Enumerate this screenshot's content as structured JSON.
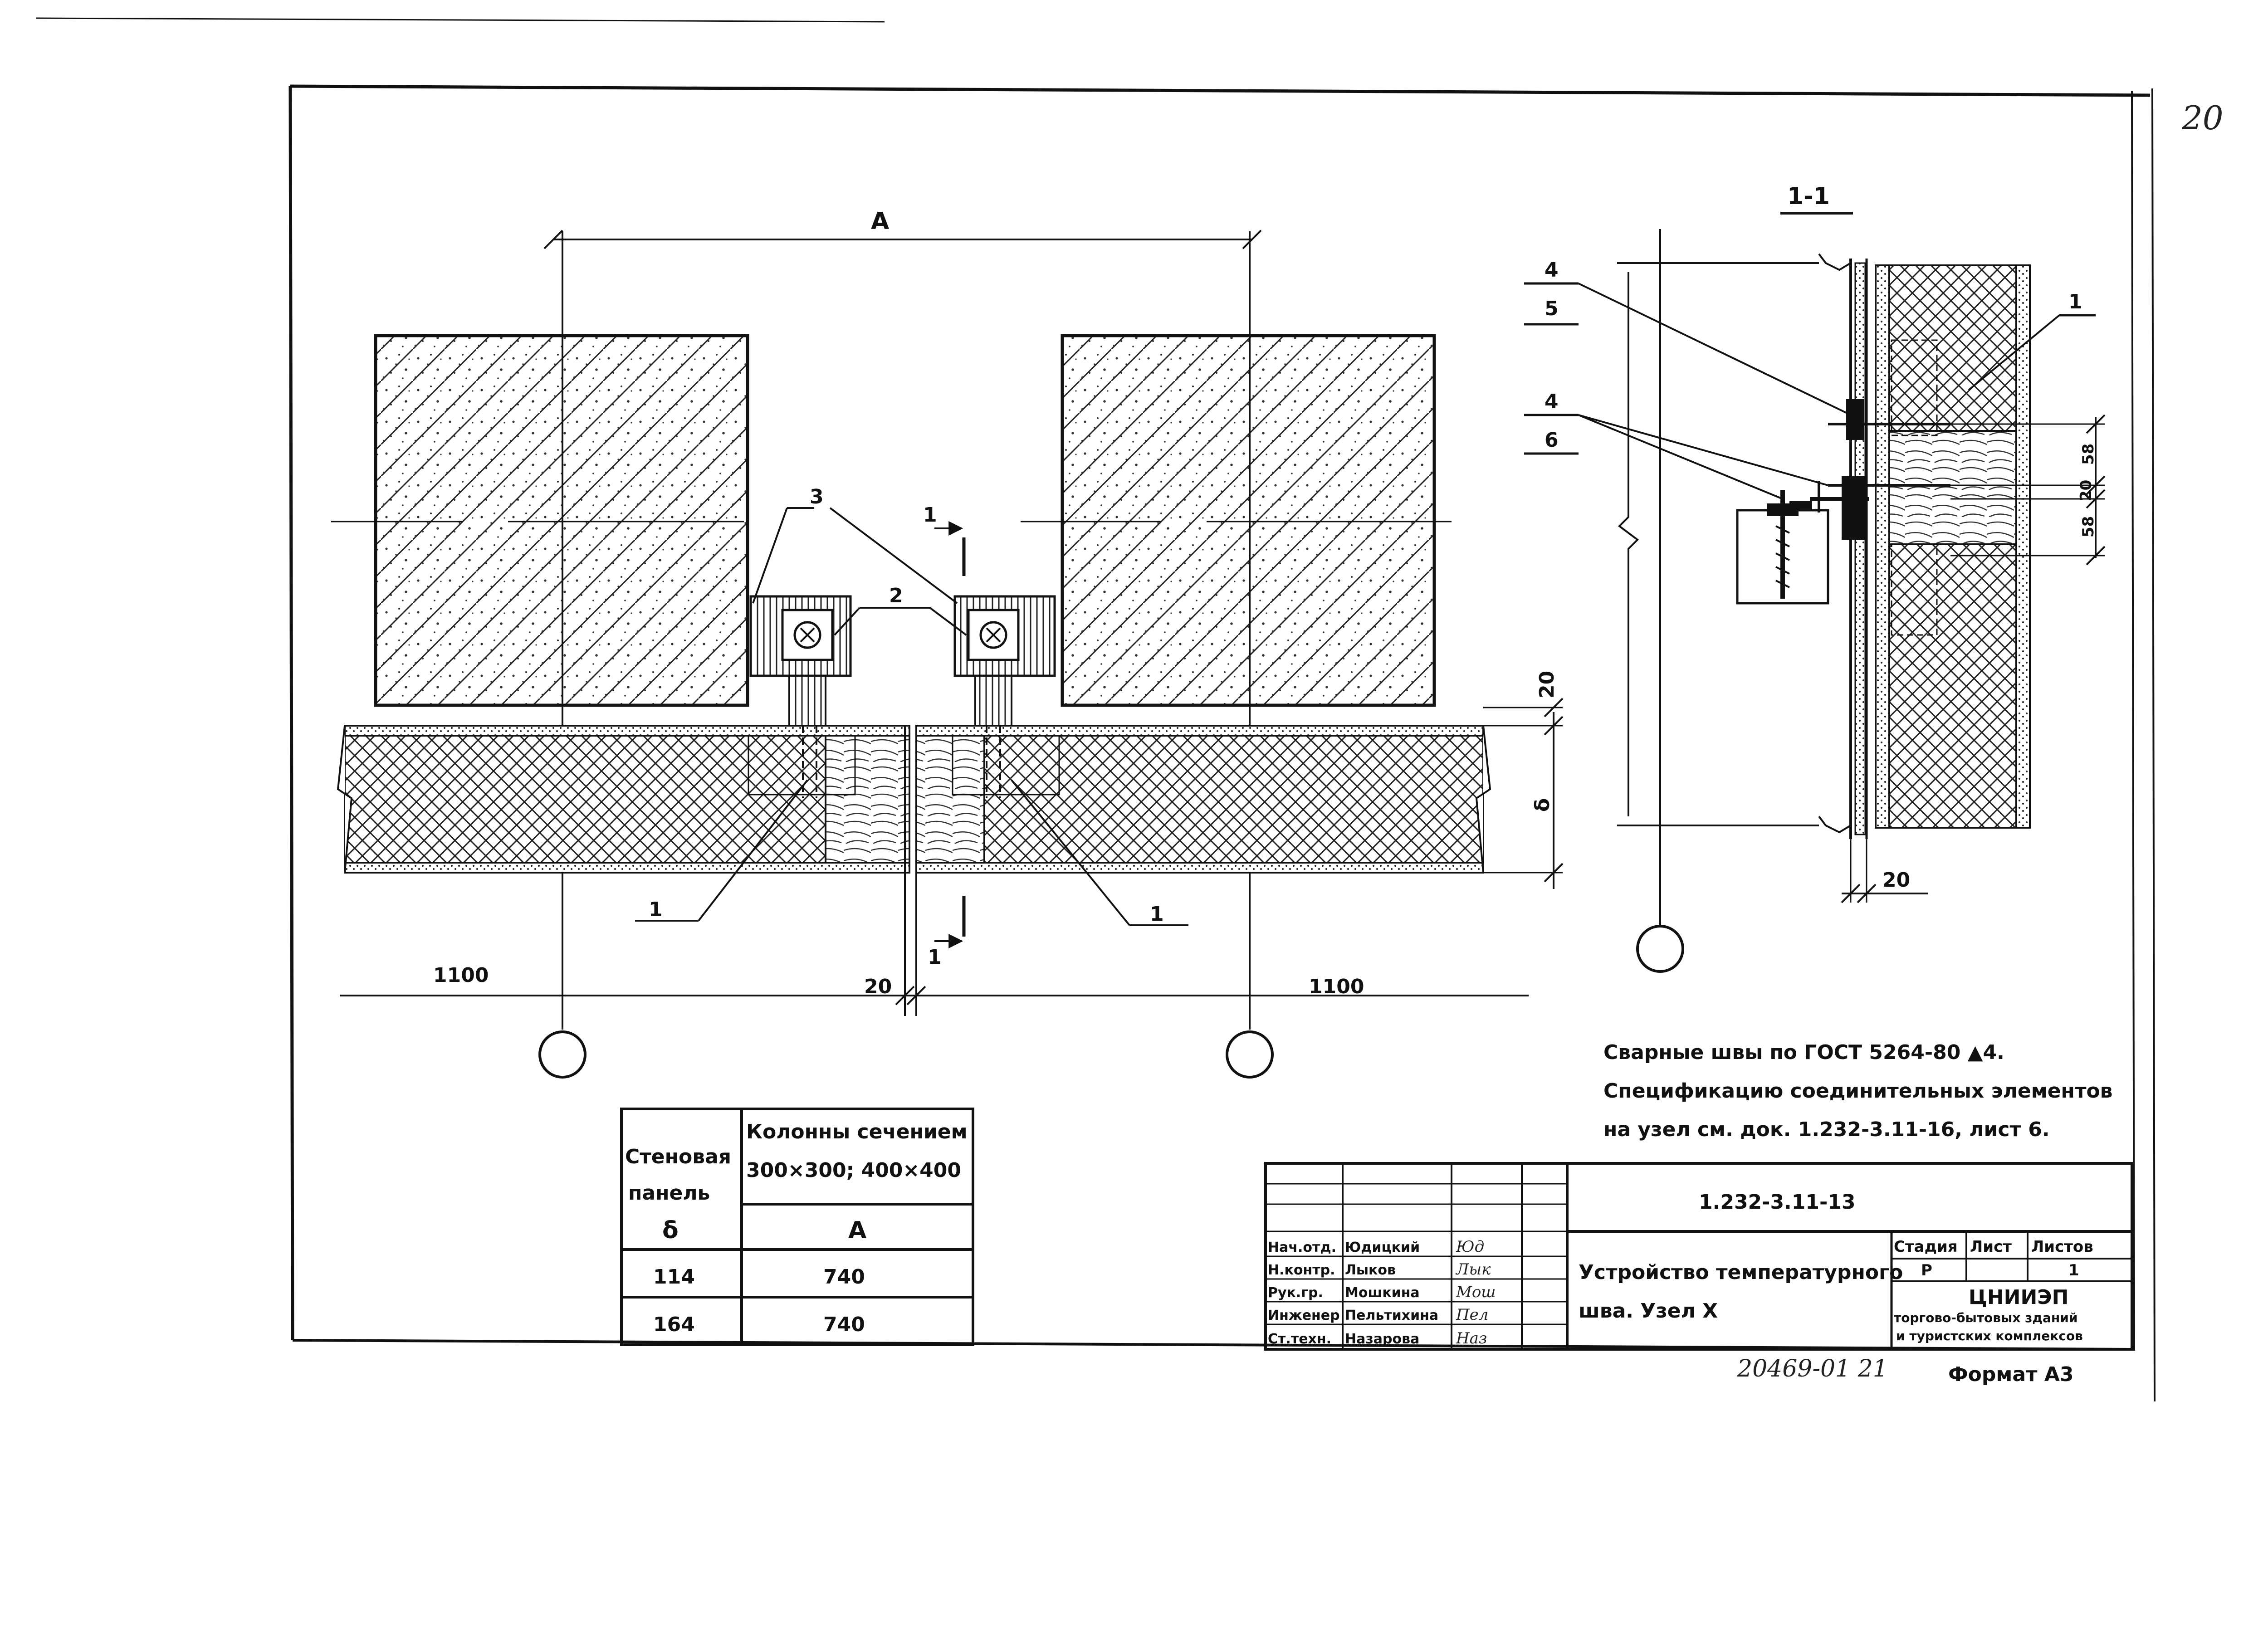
{
  "page_number": "20",
  "axis_dim": "A",
  "section_mark": "1",
  "section_title": "1-1",
  "callouts": {
    "c1": "1",
    "c2": "2",
    "c3": "3",
    "c4a": "4",
    "c5": "5",
    "c4b": "4",
    "c6": "6"
  },
  "dims": {
    "d1100_left": "1100",
    "d1100_right": "1100",
    "d20_gap": "20",
    "d20_top": "20",
    "delta": "δ",
    "d58_top": "58",
    "d20_mid": "20",
    "d58_bottom": "58",
    "d20_section": "20"
  },
  "notes": [
    "Сварные швы по ГОСТ 5264-80 ▲4.",
    "Спецификацию соединительных элементов",
    "на узел см. док. 1.232-3.11-16, лист 6."
  ],
  "panel_table": {
    "header_col1": [
      "Стеновая",
      "панель",
      "δ"
    ],
    "header_col2": [
      "Колонны сечением",
      "300×300; 400×400"
    ],
    "header_sub": "A",
    "rows": [
      {
        "panel": "114",
        "a": "740"
      },
      {
        "panel": "164",
        "a": "740"
      }
    ]
  },
  "title_block": {
    "doc_code": "1.232-3.11-13",
    "title_line1": "Устройство температурного",
    "title_line2": "шва. Узел Х",
    "stage_label": "Стадия",
    "sheet_label": "Лист",
    "sheets_label": "Листов",
    "stage_value": "Р",
    "sheets_value": "1",
    "org_name": "ЦНИИЭП",
    "org_line2": "торгово-бытовых зданий",
    "org_line3": "и туристских комплексов",
    "staff": [
      {
        "role": "Нач.отд.",
        "name": "Юдицкий",
        "sign": "Юд"
      },
      {
        "role": "Н.контр.",
        "name": "Лыков",
        "sign": "Лык"
      },
      {
        "role": "Рук.гр.",
        "name": "Мошкина",
        "sign": "Мош"
      },
      {
        "role": "Инженер",
        "name": "Пельтихина",
        "sign": "Пел"
      },
      {
        "role": "Ст.техн.",
        "name": "Назарова",
        "sign": "Наз"
      }
    ]
  },
  "archive_number": "20469-01 21",
  "format_label": "Формат А3"
}
